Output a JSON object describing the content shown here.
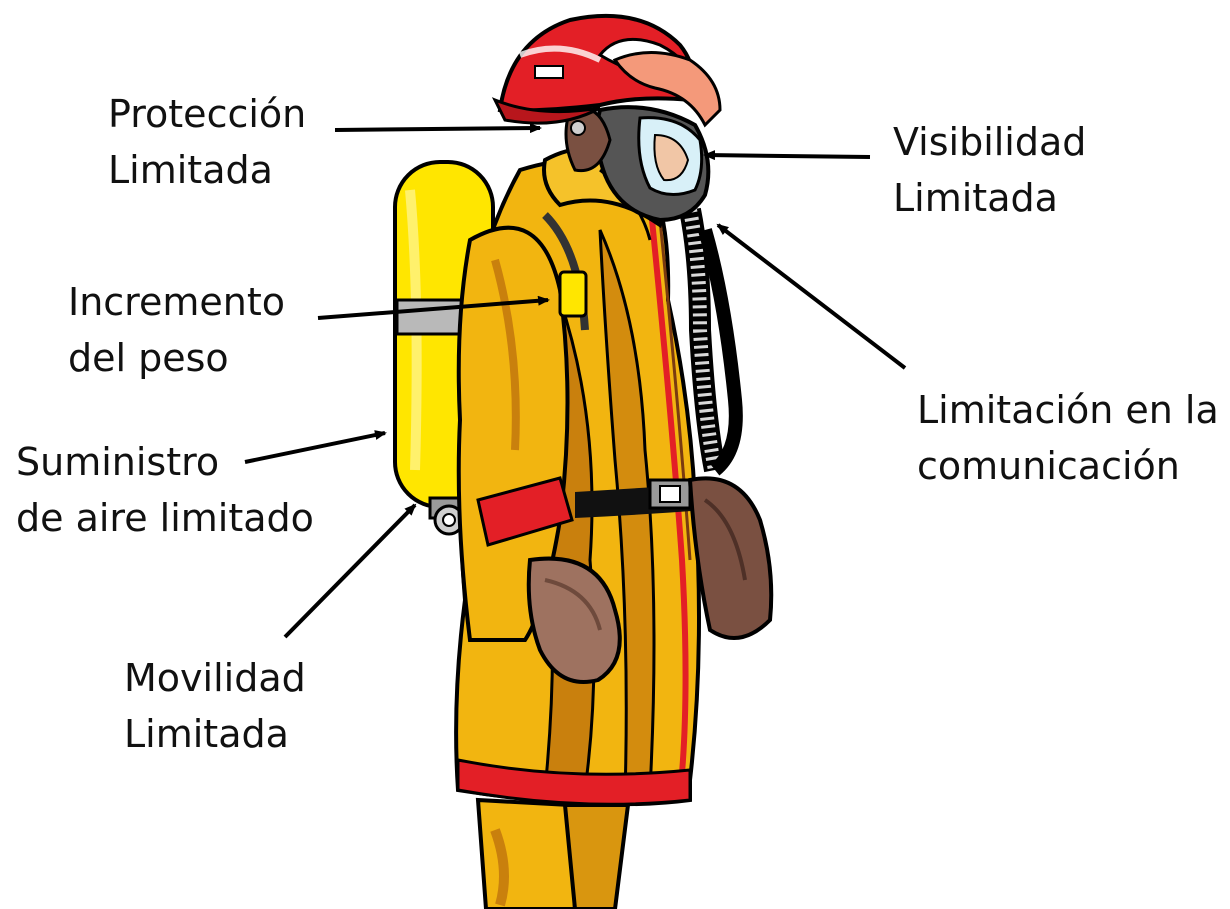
{
  "callouts": {
    "proteccion": {
      "line1": "Protección",
      "line2": "Limitada"
    },
    "visibilidad": {
      "line1": "Visibilidad",
      "line2": "Limitada"
    },
    "incremento": {
      "line1": "Incremento",
      "line2": "del peso"
    },
    "suministro": {
      "line1": "Suministro",
      "line2": "de aire limitado"
    },
    "comunicacion": {
      "line1": "Limitación en la",
      "line2": "comunicación"
    },
    "movilidad": {
      "line1": "Movilidad",
      "line2": "Limitada"
    }
  },
  "colors": {
    "helmet": "#e31f26",
    "coat": "#f2b510",
    "coat_shadow": "#c9800d",
    "air_tank": "#ffe600",
    "reflective_band": "#e31f26",
    "glove": "#9e7260",
    "hose": "#3a3a3a",
    "arrow": "#000000"
  }
}
